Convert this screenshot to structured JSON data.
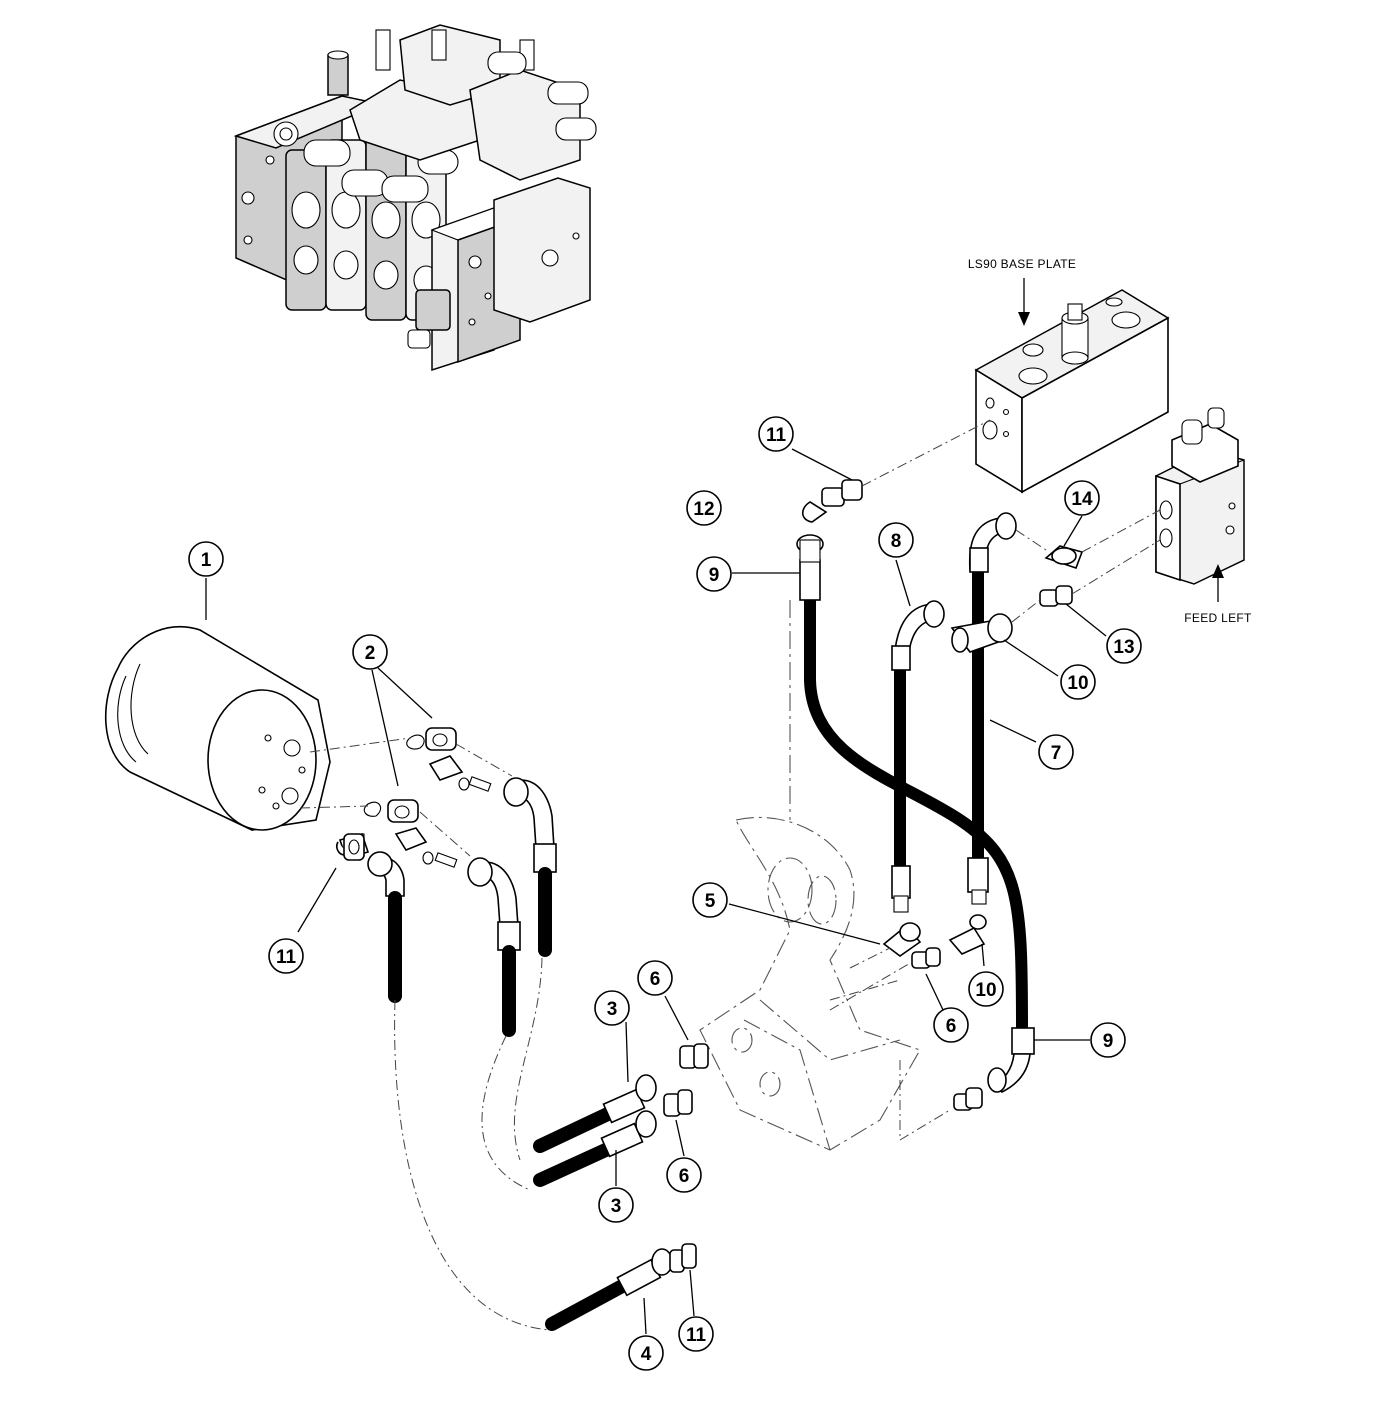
{
  "labels": {
    "base_plate": "LS90 BASE PLATE",
    "feed_left": "FEED LEFT"
  },
  "callouts": [
    "1",
    "2",
    "3",
    "3",
    "4",
    "5",
    "6",
    "6",
    "6",
    "7",
    "8",
    "9",
    "9",
    "10",
    "10",
    "11",
    "11",
    "11",
    "12",
    "13",
    "14"
  ]
}
